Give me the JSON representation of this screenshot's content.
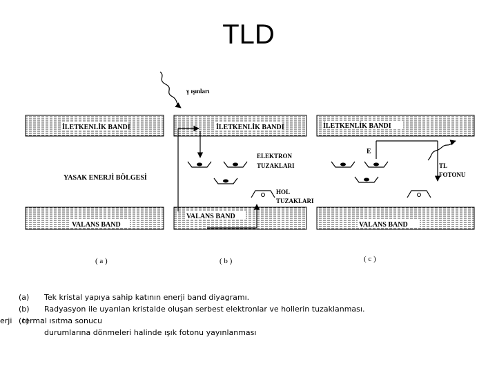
{
  "title": "TLD",
  "diagram": {
    "gamma_label": "γ ışınları",
    "band_labels": {
      "conduction_a": "İLETKENLİK BANDI",
      "conduction_b": "İLETKENLİK BANDI",
      "conduction_c": "İLETKENLİK BANDI",
      "forbidden": "YASAK ENERJİ BÖLGESİ",
      "valence_a": "VALANS BAND",
      "valence_b": "VALANS BAND",
      "valence_c": "VALANS BAND"
    },
    "electron_traps": [
      "ELEKTRON",
      "TUZAKLARI"
    ],
    "hole_traps": [
      "HOL",
      "TUZAKLARI"
    ],
    "electron_symbol": "E",
    "tl_photon": [
      "TL",
      "FOTONU"
    ],
    "panel_labels": [
      "( a )",
      "( b )",
      "( c )"
    ]
  },
  "captions": {
    "a": {
      "marker": "(a)",
      "text": "Tek kristal yapıya sahip katının enerji band diyagramı."
    },
    "b": {
      "marker": "(b)",
      "text": "Radyasyon ile uyarılan kristalde oluşan serbest elektronlar ve hollerin tuzaklanması."
    },
    "c": {
      "marker": "(c)",
      "fragment_left": "erji",
      "overlap": "termal ısıtma sonucu",
      "line2": "durumlarına dönmeleri halinde ışık fotonu yayınlanması"
    }
  },
  "colors": {
    "ink": "#000000",
    "background": "#ffffff"
  }
}
